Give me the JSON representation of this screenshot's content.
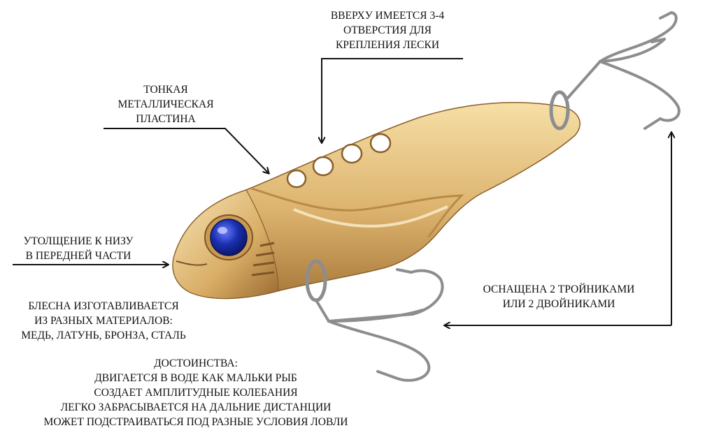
{
  "labels": {
    "holes": [
      "ВВЕРХУ ИМЕЕТСЯ 3-4",
      "ОТВЕРСТИЯ ДЛЯ",
      "КРЕПЛЕНИЯ ЛЕСКИ"
    ],
    "plate": [
      "ТОНКАЯ",
      "МЕТАЛЛИЧЕСКАЯ",
      "ПЛАСТИНА"
    ],
    "thickening": [
      "УТОЛЩЕНИЕ К НИЗУ",
      "В ПЕРЕДНЕЙ ЧАСТИ"
    ],
    "hooks": [
      "ОСНАЩЕНА 2 ТРОЙНИКАМИ",
      "ИЛИ 2 ДВОЙНИКАМИ"
    ],
    "materials": [
      "БЛЕСНА ИЗГОТАВЛИВАЕТСЯ",
      "ИЗ РАЗНЫХ МАТЕРИАЛОВ:",
      "МЕДЬ, ЛАТУНЬ, БРОНЗА, СТАЛЬ"
    ],
    "advantages": [
      "ДОСТОИНСТВА:",
      "ДВИГАЕТСЯ В ВОДЕ КАК МАЛЬКИ РЫБ",
      "СОЗДАЕТ АМПЛИТУДНЫЕ КОЛЕБАНИЯ",
      "ЛЕГКО ЗАБРАСЫВАЕТСЯ НА ДАЛЬНИЕ ДИСТАНЦИИ",
      "МОЖЕТ ПОДСТРАИВАТЬСЯ ПОД РАЗНЫЕ УСЛОВИЯ ЛОВЛИ"
    ]
  },
  "colors": {
    "gold_light": "#f6dfa6",
    "gold_mid": "#dcb36e",
    "gold_dark": "#a8783a",
    "eye": "#1a2fb0",
    "steel": "#8d8d8d",
    "text": "#111111"
  }
}
